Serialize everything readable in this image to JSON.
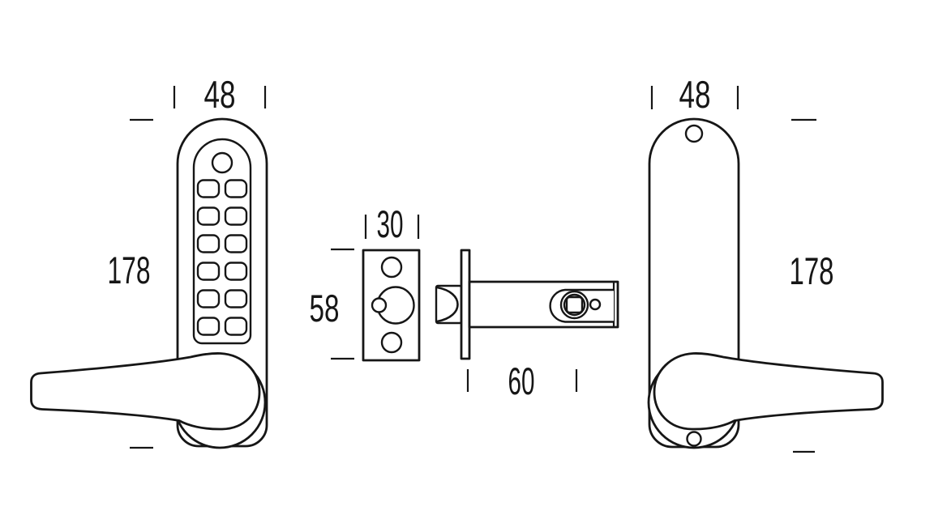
{
  "colors": {
    "background": "#ffffff",
    "line": "#161616",
    "text": "#161616"
  },
  "dimensions": {
    "keypad_plate_width": "48",
    "keypad_plate_height": "178",
    "latch_faceplate_width": "30",
    "latch_faceplate_height": "58",
    "latch_backset": "60",
    "back_plate_width": "48",
    "back_plate_height": "178"
  },
  "parts": {
    "left_view": "keypad-lock-front-plate-with-lever-handle",
    "middle_view": "tubular-latch-front-and-side-view",
    "right_view": "inside-back-plate-with-lever-handle",
    "keypad_button_rows": 6,
    "keypad_button_columns": 2
  }
}
